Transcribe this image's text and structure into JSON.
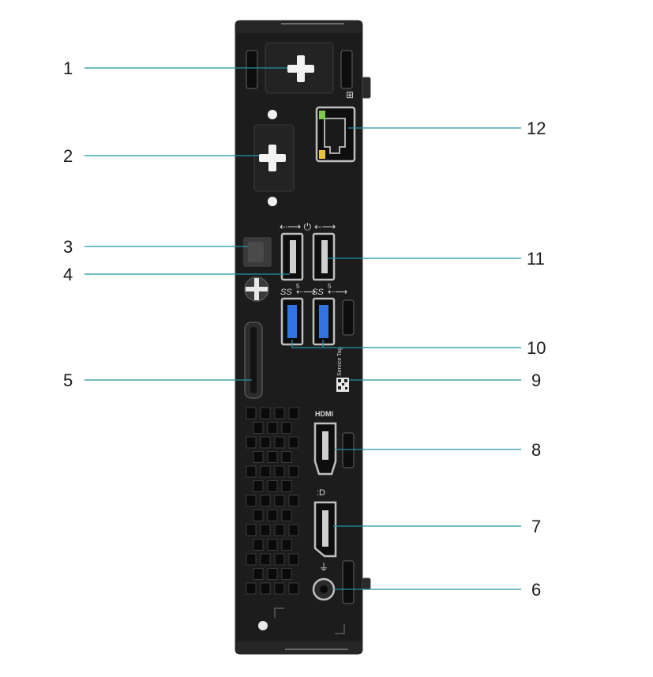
{
  "callouts": [
    {
      "number": "1"
    },
    {
      "number": "2"
    },
    {
      "number": "3"
    },
    {
      "number": "4"
    },
    {
      "number": "5"
    },
    {
      "number": "6"
    },
    {
      "number": "7"
    },
    {
      "number": "8"
    },
    {
      "number": "9"
    },
    {
      "number": "10"
    },
    {
      "number": "11"
    },
    {
      "number": "12"
    }
  ],
  "port_labels": {
    "hdmi": "HDMI",
    "usb_superspeed_left": "SS",
    "usb_superspeed_right": "SS",
    "superspeed_rate_left": "5",
    "superspeed_rate_right": "5",
    "service_tag": "Service Tag"
  },
  "colors": {
    "chassis": "#1c1c1c",
    "chassis_edge": "#2e2e2e",
    "leader_line": "#1f93a6",
    "usb3_blue": "#2f74e0",
    "network_led_green": "#7ec850",
    "network_led_amber": "#e8c43a"
  },
  "icons": [
    "expansion-slot-icon",
    "usb-icon",
    "usb-power-icon",
    "superspeed-usb-icon",
    "network-icon",
    "displayport-icon",
    "power-icon"
  ]
}
